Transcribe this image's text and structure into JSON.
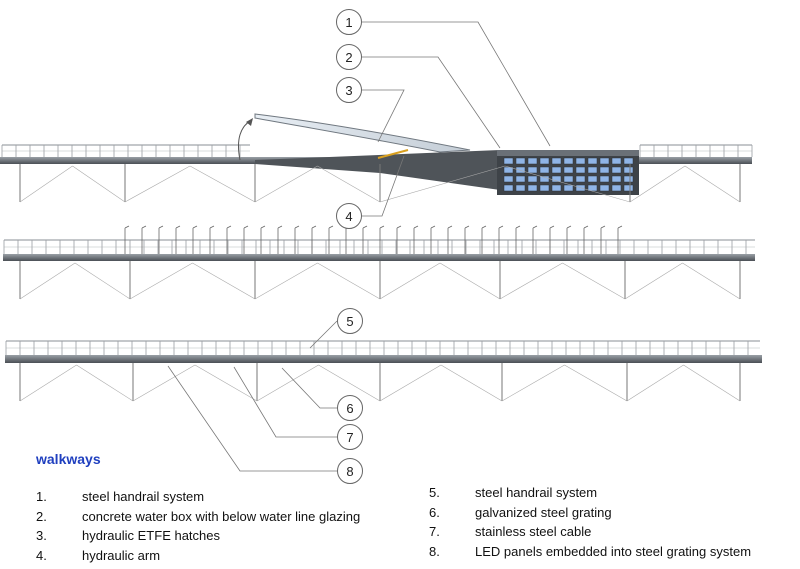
{
  "title": "walkways",
  "callouts": [
    "1",
    "2",
    "3",
    "4",
    "5",
    "6",
    "7",
    "8"
  ],
  "legend_left": [
    {
      "num": "1.",
      "text": "steel handrail system"
    },
    {
      "num": "2.",
      "text": "concrete water box with below water line glazing"
    },
    {
      "num": "3.",
      "text": "hydraulic ETFE hatches"
    },
    {
      "num": "4.",
      "text": "hydraulic arm"
    }
  ],
  "legend_right": [
    {
      "num": "5.",
      "text": "steel handrail system"
    },
    {
      "num": "6.",
      "text": "galvanized steel grating"
    },
    {
      "num": "7.",
      "text": "stainless steel cable"
    },
    {
      "num": "8.",
      "text": "LED panels embedded into steel grating system"
    }
  ],
  "colors": {
    "title": "#1f3fbf",
    "deck": "#5b6066",
    "rail": "#8a8f94",
    "glazing": "#8fb4e6",
    "hatch_arm": "#d9a020"
  }
}
